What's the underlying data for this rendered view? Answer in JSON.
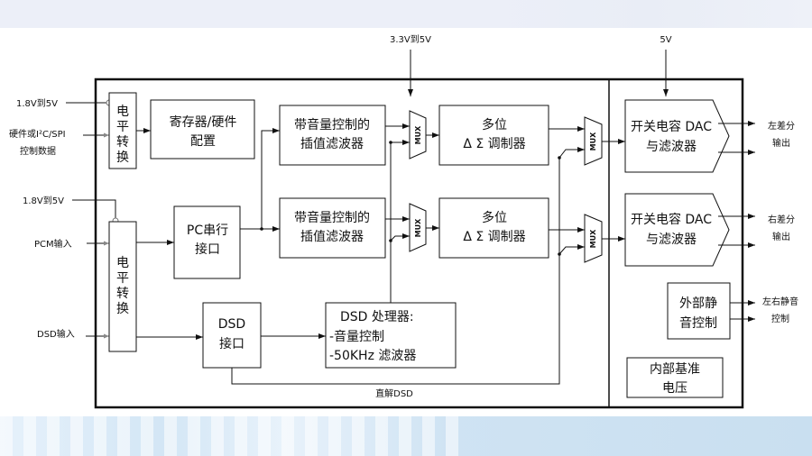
{
  "diagram": {
    "title": "DAC block diagram",
    "supplies": {
      "top_mid": "3.3V到5V",
      "top_right": "5V",
      "left_top": "1.8V到5V",
      "left_mid": "1.8V到5V"
    },
    "inputs": {
      "control_line1": "硬件或I²C/SPI",
      "control_line2": "控制数据",
      "pcm": "PCM输入",
      "dsd": "DSD输入"
    },
    "blocks": {
      "level_shift_1": [
        "电",
        "平",
        "转",
        "换"
      ],
      "level_shift_2": [
        "电",
        "平",
        "转",
        "换"
      ],
      "register_line1": "寄存器/硬件",
      "register_line2": "配置",
      "pc_serial_line1": "PC串行",
      "pc_serial_line2": "接口",
      "dsd_if_line1": "DSD",
      "dsd_if_line2": "接口",
      "interp1_line1": "带音量控制的",
      "interp1_line2": "插值滤波器",
      "interp2_line1": "带音量控制的",
      "interp2_line2": "插值滤波器",
      "mux_label": "MUX",
      "mod1_line1": "多位",
      "mod1_line2": "Δ Σ 调制器",
      "mod2_line1": "多位",
      "mod2_line2": "Δ Σ 调制器",
      "dsd_proc_line1": "DSD 处理器:",
      "dsd_proc_line2": "-音量控制",
      "dsd_proc_line3": "-50KHz 滤波器",
      "dac1_line1": "开关电容 DAC",
      "dac1_line2": "与滤波器",
      "dac2_line1": "开关电容 DAC",
      "dac2_line2": "与滤波器",
      "mute_line1": "外部静",
      "mute_line2": "音控制",
      "vref_line1": "内部基准",
      "vref_line2": "电压"
    },
    "signals": {
      "direct_dsd": "直解DSD"
    },
    "outputs": {
      "left_line1": "左差分",
      "left_line2": "输出",
      "right_line1": "右差分",
      "right_line2": "输出",
      "mute_line1": "左右静音",
      "mute_line2": "控制"
    }
  }
}
